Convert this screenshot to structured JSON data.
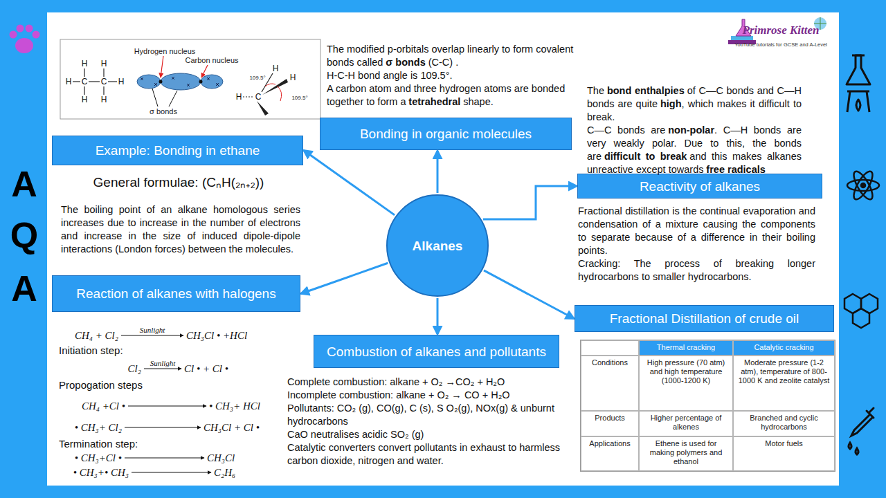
{
  "diagram": {
    "nodes": [
      {
        "text": [
          "Bonding in organic molecules"
        ]
      },
      {
        "text": [
          "Example: Bonding in ethane"
        ]
      },
      {
        "text": [
          "Reactivity of alkanes"
        ]
      },
      {
        "text": [
          "Alkanes"
        ]
      },
      {
        "text": [
          "Reaction of alkanes with halogens"
        ]
      },
      {
        "text": [
          "Fractional Distillation of crude oil"
        ]
      },
      {
        "text": [
          "Combustion of alkanes and pollutants"
        ]
      }
    ],
    "edges": [
      {
        "from": 3,
        "to": 0,
        "arrow": "to"
      },
      {
        "from": 3,
        "to": 1,
        "arrow": "to"
      },
      {
        "from": 3,
        "to": 2,
        "arrow": "to"
      },
      {
        "from": 3,
        "to": 4,
        "arrow": "to"
      },
      {
        "from": 3,
        "to": 5,
        "arrow": "to"
      },
      {
        "from": 3,
        "to": 6,
        "arrow": "to"
      }
    ],
    "labels": [
      "Hydrogen nucleus",
      "Carbon nucleus",
      "σ bonds",
      "H",
      "H",
      "H",
      "H",
      "H",
      "H",
      "C",
      "C",
      "H",
      "H",
      "H",
      "C",
      "109.5°",
      "109.5°",
      "The modified p-orbitals overlap linearly to form covalent bonds called",
      "σ bonds",
      "(C-C) .",
      "H-C-H bond angle is 109.5°.",
      "A carbon atom and three hydrogen atoms are bonded together to form a",
      "tetrahedral",
      "shape.",
      "Primrose Kitten",
      "YouTube tutorials for GCSE and A-Level",
      "The",
      "bond enthalpies",
      "of C—C bonds and C—H bonds are quite",
      "high",
      ", which makes it difficult to break.",
      "C—C bonds are",
      "non-polar",
      ". C—H bonds are very weakly polar. Due to this, the bonds are",
      "difficult to break",
      "and this makes alkanes unreactive except towards",
      "free radicals",
      "A",
      "Q",
      "A",
      "General formulae: (CₙH(₂ₙ₊₂))",
      "The boiling point of an alkane homologous series increases due to increase in the number of electrons and increase in the size of induced dipole-dipole interactions (London forces) between the molecules.",
      "Fractional distillation is the continual evaporation and condensation of a mixture causing the components to separate because of a difference in their boiling points.",
      "Cracking: The process of breaking longer hydrocarbons to smaller hydrocarbons.",
      "CH₄ + Cl₂",
      "Sunlight",
      "CH₃Cl • +HCl",
      "Initiation step:",
      "Cl₂",
      "Sunlight",
      "Cl • + Cl •",
      "Propogation steps",
      "CH₄ +Cl •",
      "• CH₃+ HCl",
      "• CH₃+ Cl₂",
      "CH₃Cl + Cl •",
      "Termination step:",
      "• CH₃+Cl •",
      "CH₃Cl",
      "• CH₃+• CH₃",
      "C₂H₆",
      "Complete combustion: alkane + O₂ →CO₂ + H₂O",
      "Incomplete combustion: alkane + O₂ → CO + H₂O",
      "Pollutants: CO₂ (g), CO(g), C (s), S O₂(g), NOx(g) & unburnt hydrocarbons",
      "CaO neutralises acidic SO₂ (g)",
      "Catalytic converters convert pollutants in exhaust to harmless carbon dioxide, nitrogen and water.",
      "Thermal cracking",
      "Catalytic cracking",
      "Conditions",
      "High pressure (70 atm) and high temperature (1000-1200 K)",
      "Moderate pressure (1-2 atm), temperature of 800-1000 K and zeolite catalyst",
      "Products",
      "Higher percentage of alkenes",
      "Branched and cyclic hydrocarbons",
      "Applications",
      "Ethene is used for making polymers and ethanol",
      "Motor fuels"
    ]
  }
}
